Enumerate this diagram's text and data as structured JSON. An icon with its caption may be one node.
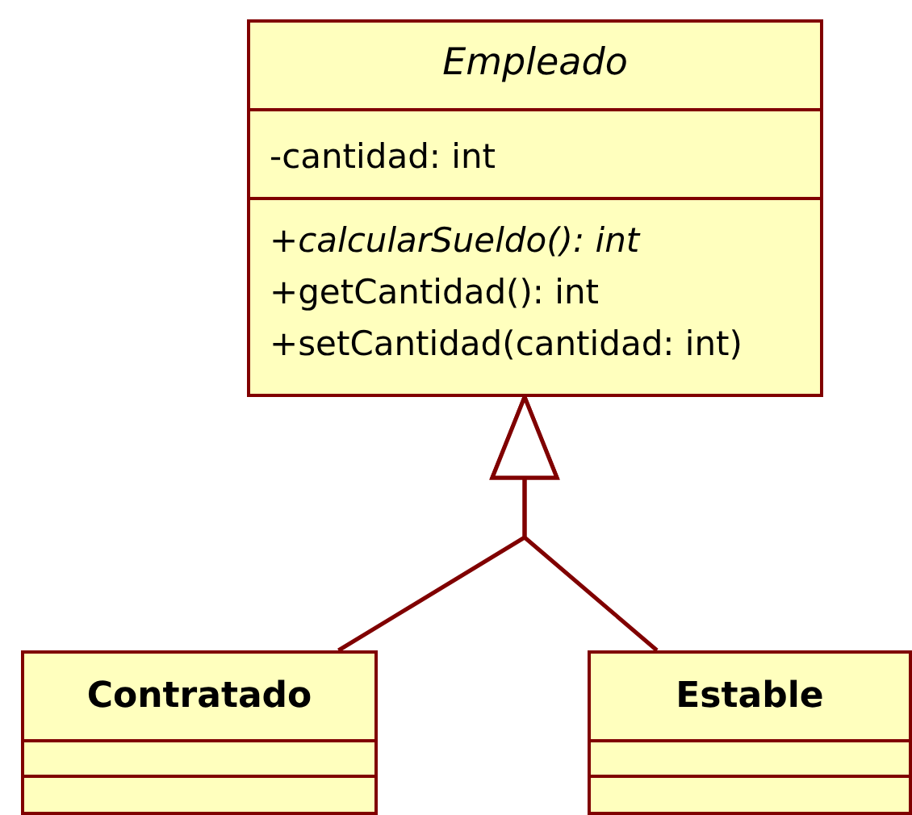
{
  "diagram": {
    "nodes": [
      {
        "text": [
          "Empleado",
          "-cantidad: int",
          "+calcularSueldo(): int",
          "+getCantidad(): int",
          "+setCantidad(cantidad: int)"
        ]
      },
      {
        "text": [
          "Contratado"
        ]
      },
      {
        "text": [
          "Estable"
        ]
      }
    ],
    "edges": [
      {
        "from": 1,
        "to": 0,
        "arrow": "to"
      },
      {
        "from": 2,
        "to": 0,
        "arrow": "to"
      }
    ]
  }
}
